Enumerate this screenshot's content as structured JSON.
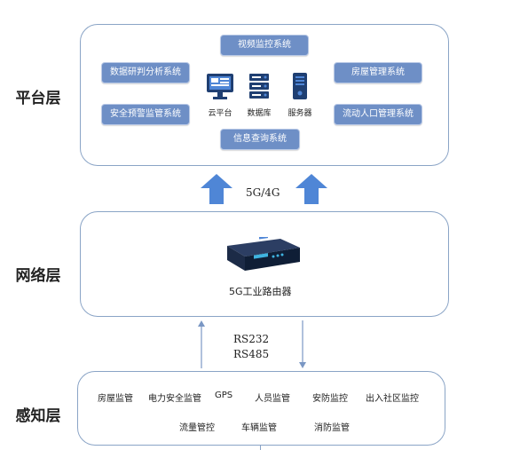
{
  "layers": {
    "platform": "平台层",
    "network": "网络层",
    "perception": "感知层"
  },
  "platform": {
    "chips": {
      "video": "视频监控系统",
      "data_analysis": "数据研判分析系统",
      "safety_alert": "安全预警监管系统",
      "info_query": "信息查询系统",
      "housing": "房屋管理系统",
      "floating_pop": "流动人口管理系统"
    },
    "icons": {
      "cloud": {
        "icon": "monitor-icon",
        "label": "云平台"
      },
      "database": {
        "icon": "database-icon",
        "label": "数据库"
      },
      "server": {
        "icon": "server-icon",
        "label": "服务器"
      }
    },
    "colors": {
      "chip": "#6e8fc6",
      "border": "#8aa4c6",
      "arrow": "#4f86d6"
    }
  },
  "link_top": "5G/4G",
  "network": {
    "device_label": "5G工业路由器"
  },
  "link_bottom": {
    "line1": "RS232",
    "line2": "RS485"
  },
  "perception": {
    "row1": [
      "房屋监管",
      "电力安全监管",
      "GPS",
      "人员监管",
      "安防监控",
      "出入社区监控"
    ],
    "row2": [
      "流量管控",
      "车辆监管",
      "消防监管"
    ]
  }
}
